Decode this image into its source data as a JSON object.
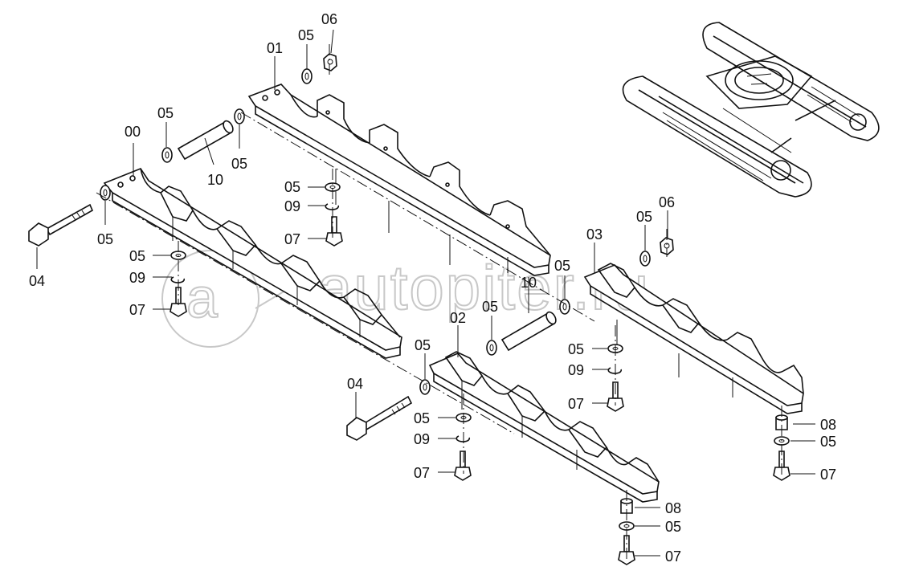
{
  "diagram": {
    "watermark_text": "autopiter.ru",
    "watermark_logo_letter": "a",
    "callouts": {
      "c00": "00",
      "c01": "01",
      "c02": "02",
      "c03": "03",
      "c04a": "04",
      "c04b": "04",
      "c05a": "05",
      "c05b": "05",
      "c05c": "05",
      "c05d": "05",
      "c05e": "05",
      "c05f": "05",
      "c05g": "05",
      "c05h": "05",
      "c05i": "05",
      "c05j": "05",
      "c05k": "05",
      "c05l": "05",
      "c05m": "05",
      "c05n": "05",
      "c06a": "06",
      "c06b": "06",
      "c07a": "07",
      "c07b": "07",
      "c07c": "07",
      "c07d": "07",
      "c07e": "07",
      "c08a": "08",
      "c08b": "08",
      "c09a": "09",
      "c09b": "09",
      "c09c": "09",
      "c09d": "09",
      "c10a": "10",
      "c10b": "10"
    }
  }
}
